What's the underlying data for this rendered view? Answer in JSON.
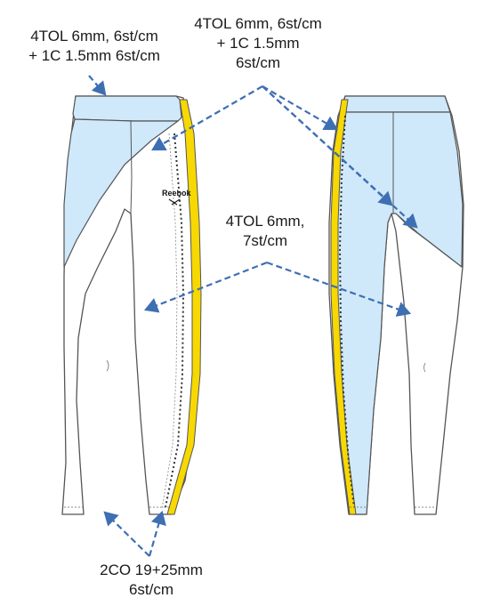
{
  "labels": {
    "top_left": [
      "4TOL 6mm, 6st/cm",
      "+ 1C 1.5mm 6st/cm"
    ],
    "top_right": [
      "4TOL 6mm, 6st/cm",
      "+ 1C 1.5mm",
      "6st/cm"
    ],
    "middle": [
      "4TOL 6mm,",
      "7st/cm"
    ],
    "bottom": [
      "2CO 19+25mm",
      "6st/cm"
    ]
  },
  "logo": {
    "text": "Reebok"
  },
  "colors": {
    "panel_blue": "#cfe9fb",
    "stripe_yellow": "#f7d800",
    "outline": "#555555",
    "arrow": "#3f6fb3"
  }
}
